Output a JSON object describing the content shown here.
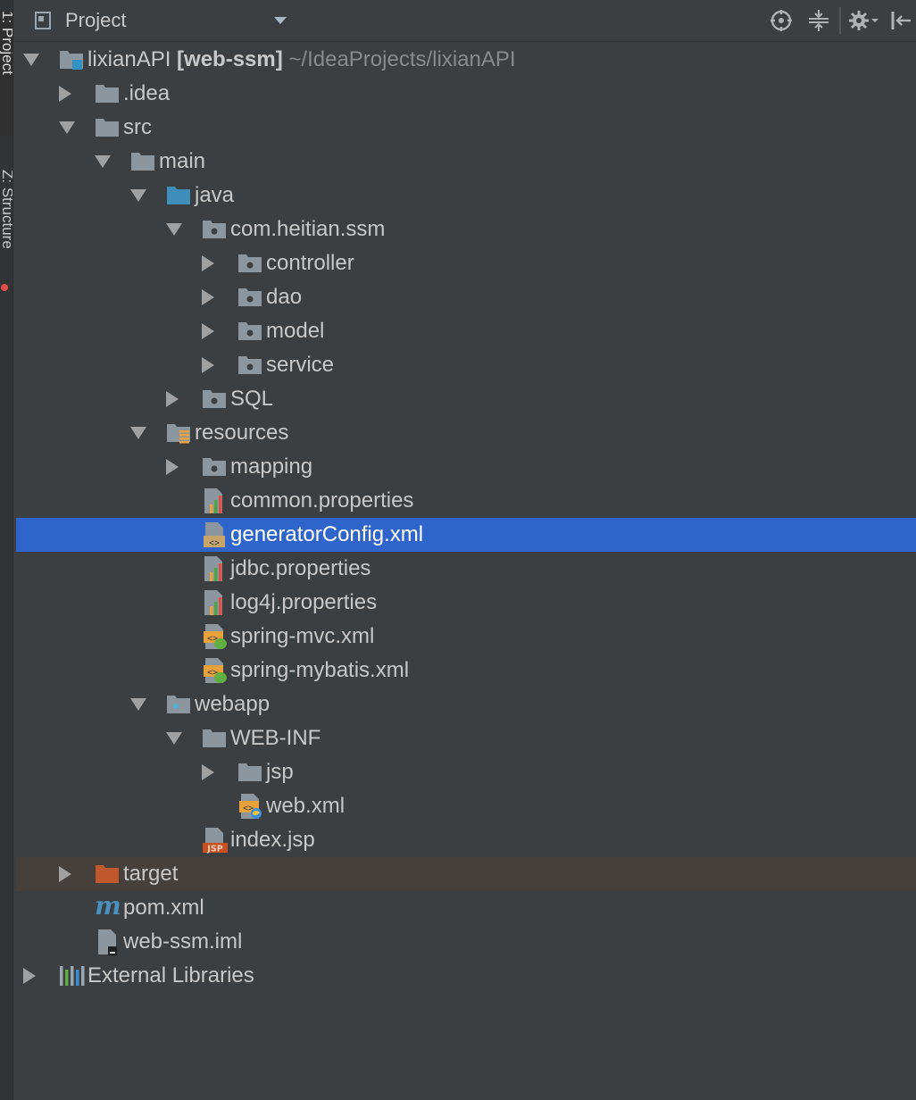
{
  "toolwindow": {
    "title": "Project",
    "side_tabs": [
      "1: Project",
      "Z: Structure"
    ]
  },
  "header_buttons": [
    "locate-icon",
    "collapse-all-icon",
    "gear-icon",
    "hide-icon"
  ],
  "colors": {
    "background": "#3c3f41",
    "selection": "#2f65ca",
    "excluded_row": "#45403b",
    "folder": "#8c969e",
    "source_folder": "#3f8dbb",
    "excluded_folder": "#c0582b"
  },
  "tree": [
    {
      "indent": 0,
      "arrow": "down",
      "icon": "module-icon",
      "label": "lixianAPI",
      "label_bold": "[web-ssm]",
      "label_muted": "~/IdeaProjects/lixianAPI"
    },
    {
      "indent": 1,
      "arrow": "right",
      "icon": "folder-icon",
      "label": ".idea"
    },
    {
      "indent": 1,
      "arrow": "down",
      "icon": "folder-icon",
      "label": "src"
    },
    {
      "indent": 2,
      "arrow": "down",
      "icon": "folder-icon",
      "label": "main"
    },
    {
      "indent": 3,
      "arrow": "down",
      "icon": "source-folder-icon",
      "label": "java"
    },
    {
      "indent": 4,
      "arrow": "down",
      "icon": "package-icon",
      "label": "com.heitian.ssm"
    },
    {
      "indent": 5,
      "arrow": "right",
      "icon": "package-icon",
      "label": "controller"
    },
    {
      "indent": 5,
      "arrow": "right",
      "icon": "package-icon",
      "label": "dao"
    },
    {
      "indent": 5,
      "arrow": "right",
      "icon": "package-icon",
      "label": "model"
    },
    {
      "indent": 5,
      "arrow": "right",
      "icon": "package-icon",
      "label": "service"
    },
    {
      "indent": 4,
      "arrow": "right",
      "icon": "package-icon",
      "label": "SQL"
    },
    {
      "indent": 3,
      "arrow": "down",
      "icon": "resources-folder-icon",
      "label": "resources"
    },
    {
      "indent": 4,
      "arrow": "right",
      "icon": "package-icon",
      "label": "mapping"
    },
    {
      "indent": 4,
      "arrow": "none",
      "icon": "properties-file-icon",
      "label": "common.properties"
    },
    {
      "indent": 4,
      "arrow": "none",
      "icon": "xml-file-icon",
      "label": "generatorConfig.xml",
      "selected": true
    },
    {
      "indent": 4,
      "arrow": "none",
      "icon": "properties-file-icon",
      "label": "jdbc.properties"
    },
    {
      "indent": 4,
      "arrow": "none",
      "icon": "properties-file-icon",
      "label": "log4j.properties"
    },
    {
      "indent": 4,
      "arrow": "none",
      "icon": "spring-xml-icon",
      "label": "spring-mvc.xml"
    },
    {
      "indent": 4,
      "arrow": "none",
      "icon": "spring-xml-icon",
      "label": "spring-mybatis.xml"
    },
    {
      "indent": 3,
      "arrow": "down",
      "icon": "web-folder-icon",
      "label": "webapp"
    },
    {
      "indent": 4,
      "arrow": "down",
      "icon": "folder-icon",
      "label": "WEB-INF"
    },
    {
      "indent": 5,
      "arrow": "right",
      "icon": "folder-icon",
      "label": "jsp"
    },
    {
      "indent": 5,
      "arrow": "none",
      "icon": "web-xml-icon",
      "label": "web.xml"
    },
    {
      "indent": 4,
      "arrow": "none",
      "icon": "jsp-file-icon",
      "label": "index.jsp"
    },
    {
      "indent": 1,
      "arrow": "right",
      "icon": "excluded-folder-icon",
      "label": "target",
      "excluded": true
    },
    {
      "indent": 1,
      "arrow": "none",
      "icon": "maven-icon",
      "label": "pom.xml"
    },
    {
      "indent": 1,
      "arrow": "none",
      "icon": "iml-file-icon",
      "label": "web-ssm.iml"
    },
    {
      "indent": 0,
      "arrow": "right",
      "icon": "libraries-icon",
      "label": "External Libraries"
    }
  ]
}
